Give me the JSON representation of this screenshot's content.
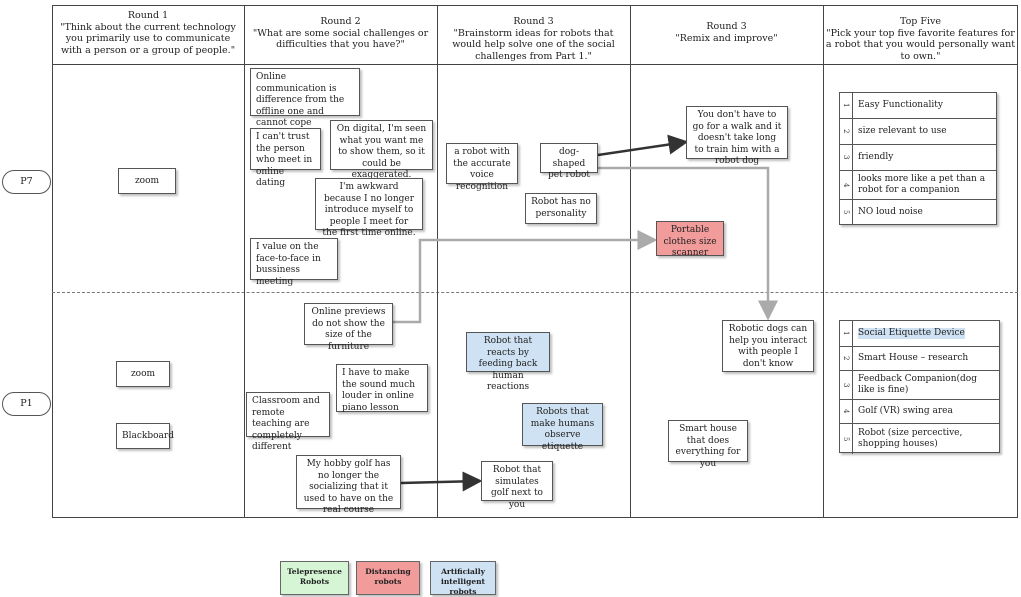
{
  "columns": [
    {
      "title": "Round 1",
      "prompt": "\"Think about the current technology you primarily use to communicate with a person or a group of people.\""
    },
    {
      "title": "Round 2",
      "prompt": "\"What are some social challenges or difficulties that you have?\""
    },
    {
      "title": "Round 3",
      "prompt": "\"Brainstorm ideas for robots that would help solve one of the social challenges from Part 1.\""
    },
    {
      "title": "Round 3",
      "prompt": "\"Remix and improve\""
    },
    {
      "title": "Top Five",
      "prompt": "\"Pick your top five favorite features for a robot that you would personally want to own.\""
    }
  ],
  "participants": {
    "p7": "P7",
    "p1": "P1"
  },
  "p7": {
    "round1": [
      "zoom"
    ],
    "round2": [
      "Online communication is difference from the offline one and cannot cope",
      "I can't trust the person who meet in online dating",
      "On digital, I'm seen what you want me to show them, so it could be exaggerated.",
      "I'm awkward because I no longer introduce myself to people I meet for the first time online.",
      "I value on the face-to-face in bussiness meeting"
    ],
    "round3": [
      "a robot with the accurate voice recognition",
      "dog-shaped pet robot",
      "Robot has no personality"
    ],
    "remix": [
      "You don't have to go for a walk and it doesn't take long to train him with a robot dog",
      "Portable clothes size scanner"
    ],
    "topfive": [
      "Easy Functionality",
      "size relevant to use",
      "friendly",
      "looks more like a pet than a robot for a companion",
      "NO loud noise"
    ]
  },
  "p1": {
    "round1": [
      "zoom",
      "Blackboard"
    ],
    "round2": [
      "Online previews do not show the size of the furniture",
      "I have to make the sound much louder in online piano lesson",
      "Classroom and remote teaching are completely different",
      "My hobby golf has no longer the socializing that it used to have on the real course"
    ],
    "round3": [
      "Robot that reacts by feeding back human reactions",
      "Robots that make humans observe etiquette",
      "Robot that simulates golf next to you"
    ],
    "remix": [
      "Robotic dogs can help you interact with people I don't know",
      "Smart house that does everything for you"
    ],
    "topfive": [
      "Social  Etiquette Device",
      "Smart House  – research",
      "Feedback Companion(dog like is fine)",
      "Golf (VR) swing area",
      "Robot (size percective, shopping houses)"
    ]
  },
  "topfive_numbers": [
    "1",
    "2",
    "3",
    "4",
    "5"
  ],
  "legend": [
    {
      "label": "Telepresence Robots",
      "color": "#d5f5d5"
    },
    {
      "label": "Distancing robots",
      "color": "#f29b9b"
    },
    {
      "label": "Artificially intelligent robots",
      "color": "#cfe2f3"
    }
  ],
  "colors": {
    "line": "#444444",
    "arrow_dark": "#333333",
    "arrow_gray": "#aaaaaa"
  }
}
